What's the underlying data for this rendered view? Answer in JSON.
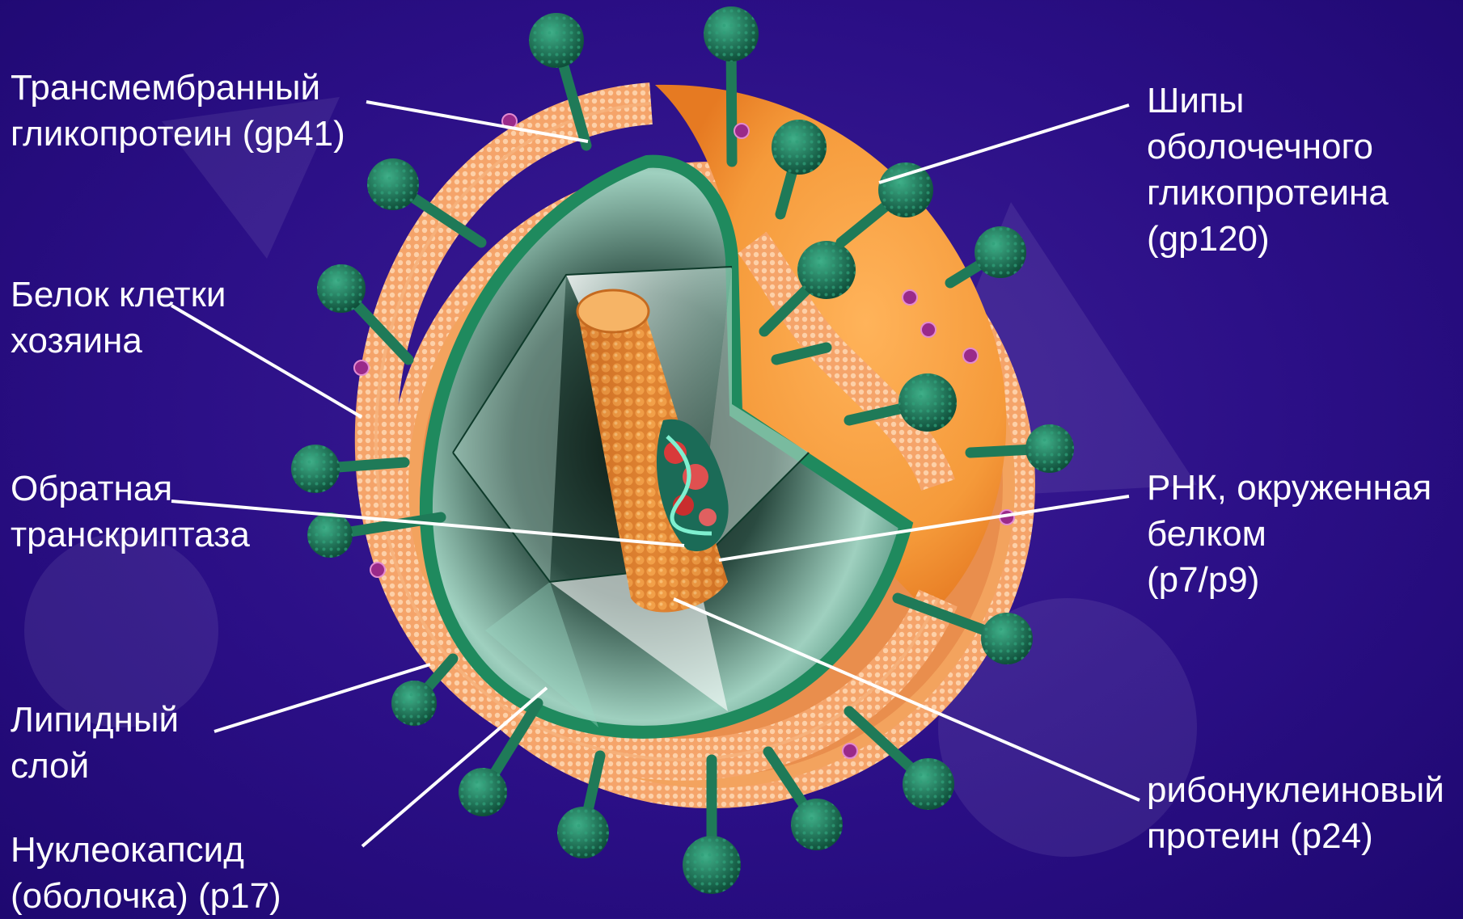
{
  "labels": {
    "transmembrane": {
      "lines": [
        "Трансмембранный",
        "гликопротеин (gp41)"
      ]
    },
    "host_protein": {
      "lines": [
        "Белок клетки",
        "хозяина"
      ]
    },
    "reverse_transcriptase": {
      "lines": [
        "Обратная",
        "транскриптаза"
      ]
    },
    "lipid_layer": {
      "lines": [
        "Липидный",
        "слой"
      ]
    },
    "nucleocapsid": {
      "lines": [
        "Нуклеокапсид",
        "(оболочка) (p17)"
      ]
    },
    "spikes": {
      "lines": [
        "Шипы",
        "оболочечного",
        "гликопротеина",
        "(gp120)"
      ]
    },
    "rna": {
      "lines": [
        "РНК, окруженная",
        "белком",
        "(p7/p9)"
      ]
    },
    "ribonucleoprotein": {
      "lines": [
        "рибонуклеиновый",
        "протеин (p24)"
      ]
    }
  },
  "colors": {
    "background": "#2b0f86",
    "envelope": "#f7a040",
    "membrane": "#f08a4a",
    "capsid_green": "#1f8a5e",
    "spike_head": "#1c6e52",
    "core_orange": "#e8852e",
    "rna_red": "#d93a3a"
  }
}
